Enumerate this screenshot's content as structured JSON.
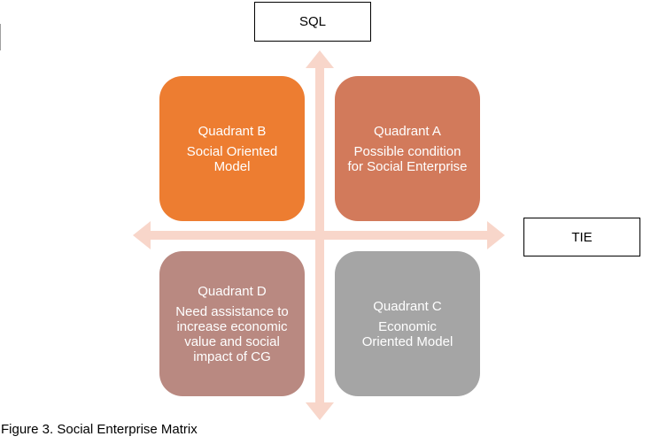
{
  "figure": {
    "caption": "Figure 3. Social Enterprise Matrix",
    "vertical_axis_label": "SQL",
    "horizontal_axis_label": "TIE",
    "axis_color": "#f8d6ca",
    "quadrants": {
      "A": {
        "title": "Quadrant A",
        "description": "Possible condition for Social Enterprise",
        "color": "#d27a5b"
      },
      "B": {
        "title": "Quadrant B",
        "description": "Social Oriented Model",
        "color": "#ed7d31"
      },
      "C": {
        "title": "Quadrant C",
        "description": "Economic Oriented Model",
        "color": "#a5a5a5"
      },
      "D": {
        "title": "Quadrant D",
        "description": "Need assistance to increase economic value and social impact of CG",
        "color": "#b98981"
      }
    }
  }
}
